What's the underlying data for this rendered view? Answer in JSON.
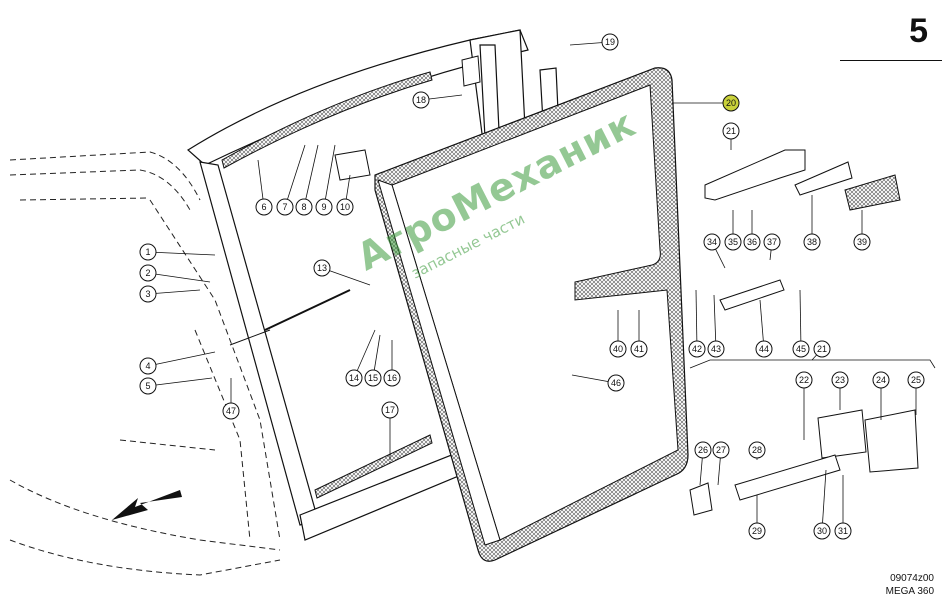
{
  "page_number": "5",
  "drawing_code": "09074z00",
  "model": "MEGA 360",
  "watermark": {
    "brand": "АгроМеханик",
    "tagline": "запасные части"
  },
  "highlight_color": "#c9d13a",
  "callouts": [
    "1",
    "2",
    "3",
    "4",
    "5",
    "6",
    "7",
    "8",
    "9",
    "10",
    "13",
    "14",
    "15",
    "16",
    "17",
    "18",
    "19",
    "20",
    "21",
    "21",
    "22",
    "23",
    "24",
    "25",
    "26",
    "27",
    "28",
    "29",
    "30",
    "31",
    "34",
    "35",
    "36",
    "37",
    "38",
    "39",
    "40",
    "41",
    "42",
    "43",
    "44",
    "45",
    "46",
    "47"
  ]
}
